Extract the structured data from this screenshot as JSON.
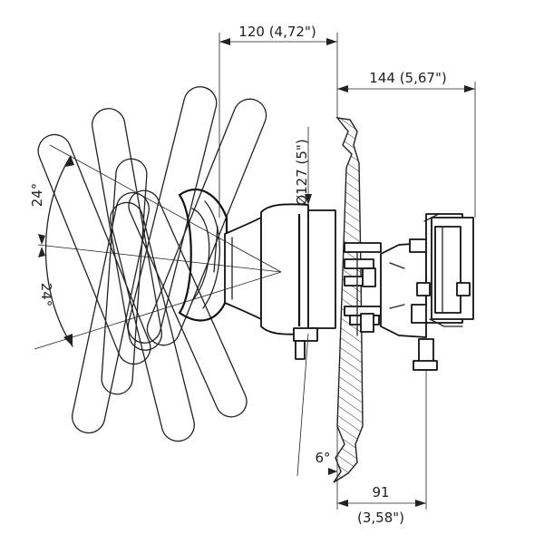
{
  "dimensions": {
    "top_width": "120 (4,72\")",
    "right_width": "144 (5,67\")",
    "diameter": "Ø127 (5\")",
    "angle_up": "24°",
    "angle_down": "24°",
    "tilt": "6°",
    "bottom_value": "91",
    "bottom_inch": "(3,58\")"
  }
}
